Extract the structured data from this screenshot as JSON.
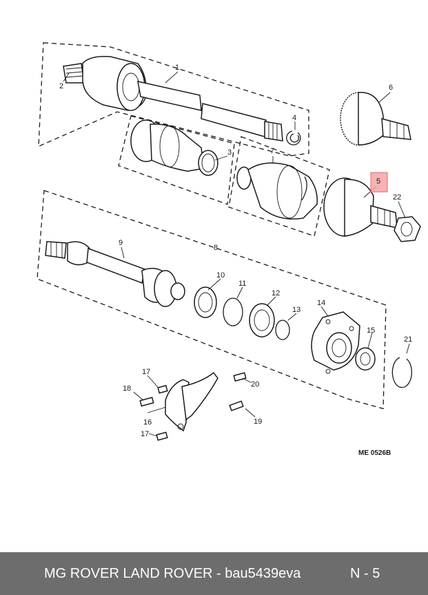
{
  "diagram": {
    "callouts": [
      {
        "id": "1",
        "label": "1"
      },
      {
        "id": "2",
        "label": "2"
      },
      {
        "id": "3",
        "label": "3"
      },
      {
        "id": "4",
        "label": "4"
      },
      {
        "id": "5",
        "label": "5"
      },
      {
        "id": "6",
        "label": "6"
      },
      {
        "id": "7",
        "label": "7"
      },
      {
        "id": "8",
        "label": "8"
      },
      {
        "id": "9",
        "label": "9"
      },
      {
        "id": "10",
        "label": "10"
      },
      {
        "id": "11",
        "label": "11"
      },
      {
        "id": "12",
        "label": "12"
      },
      {
        "id": "13",
        "label": "13"
      },
      {
        "id": "14",
        "label": "14"
      },
      {
        "id": "15",
        "label": "15"
      },
      {
        "id": "16",
        "label": "16"
      },
      {
        "id": "17a",
        "label": "17"
      },
      {
        "id": "17b",
        "label": "17"
      },
      {
        "id": "18",
        "label": "18"
      },
      {
        "id": "19",
        "label": "19"
      },
      {
        "id": "20",
        "label": "20"
      },
      {
        "id": "21",
        "label": "21"
      },
      {
        "id": "22",
        "label": "22"
      }
    ],
    "highlighted_callout": "5",
    "highlight_color": "#f4a6a6",
    "reference": "ME 0526B"
  },
  "footer": {
    "title": "MG ROVER LAND ROVER - bau5439eva",
    "code": "N - 5",
    "background": "#6d6d6d"
  }
}
